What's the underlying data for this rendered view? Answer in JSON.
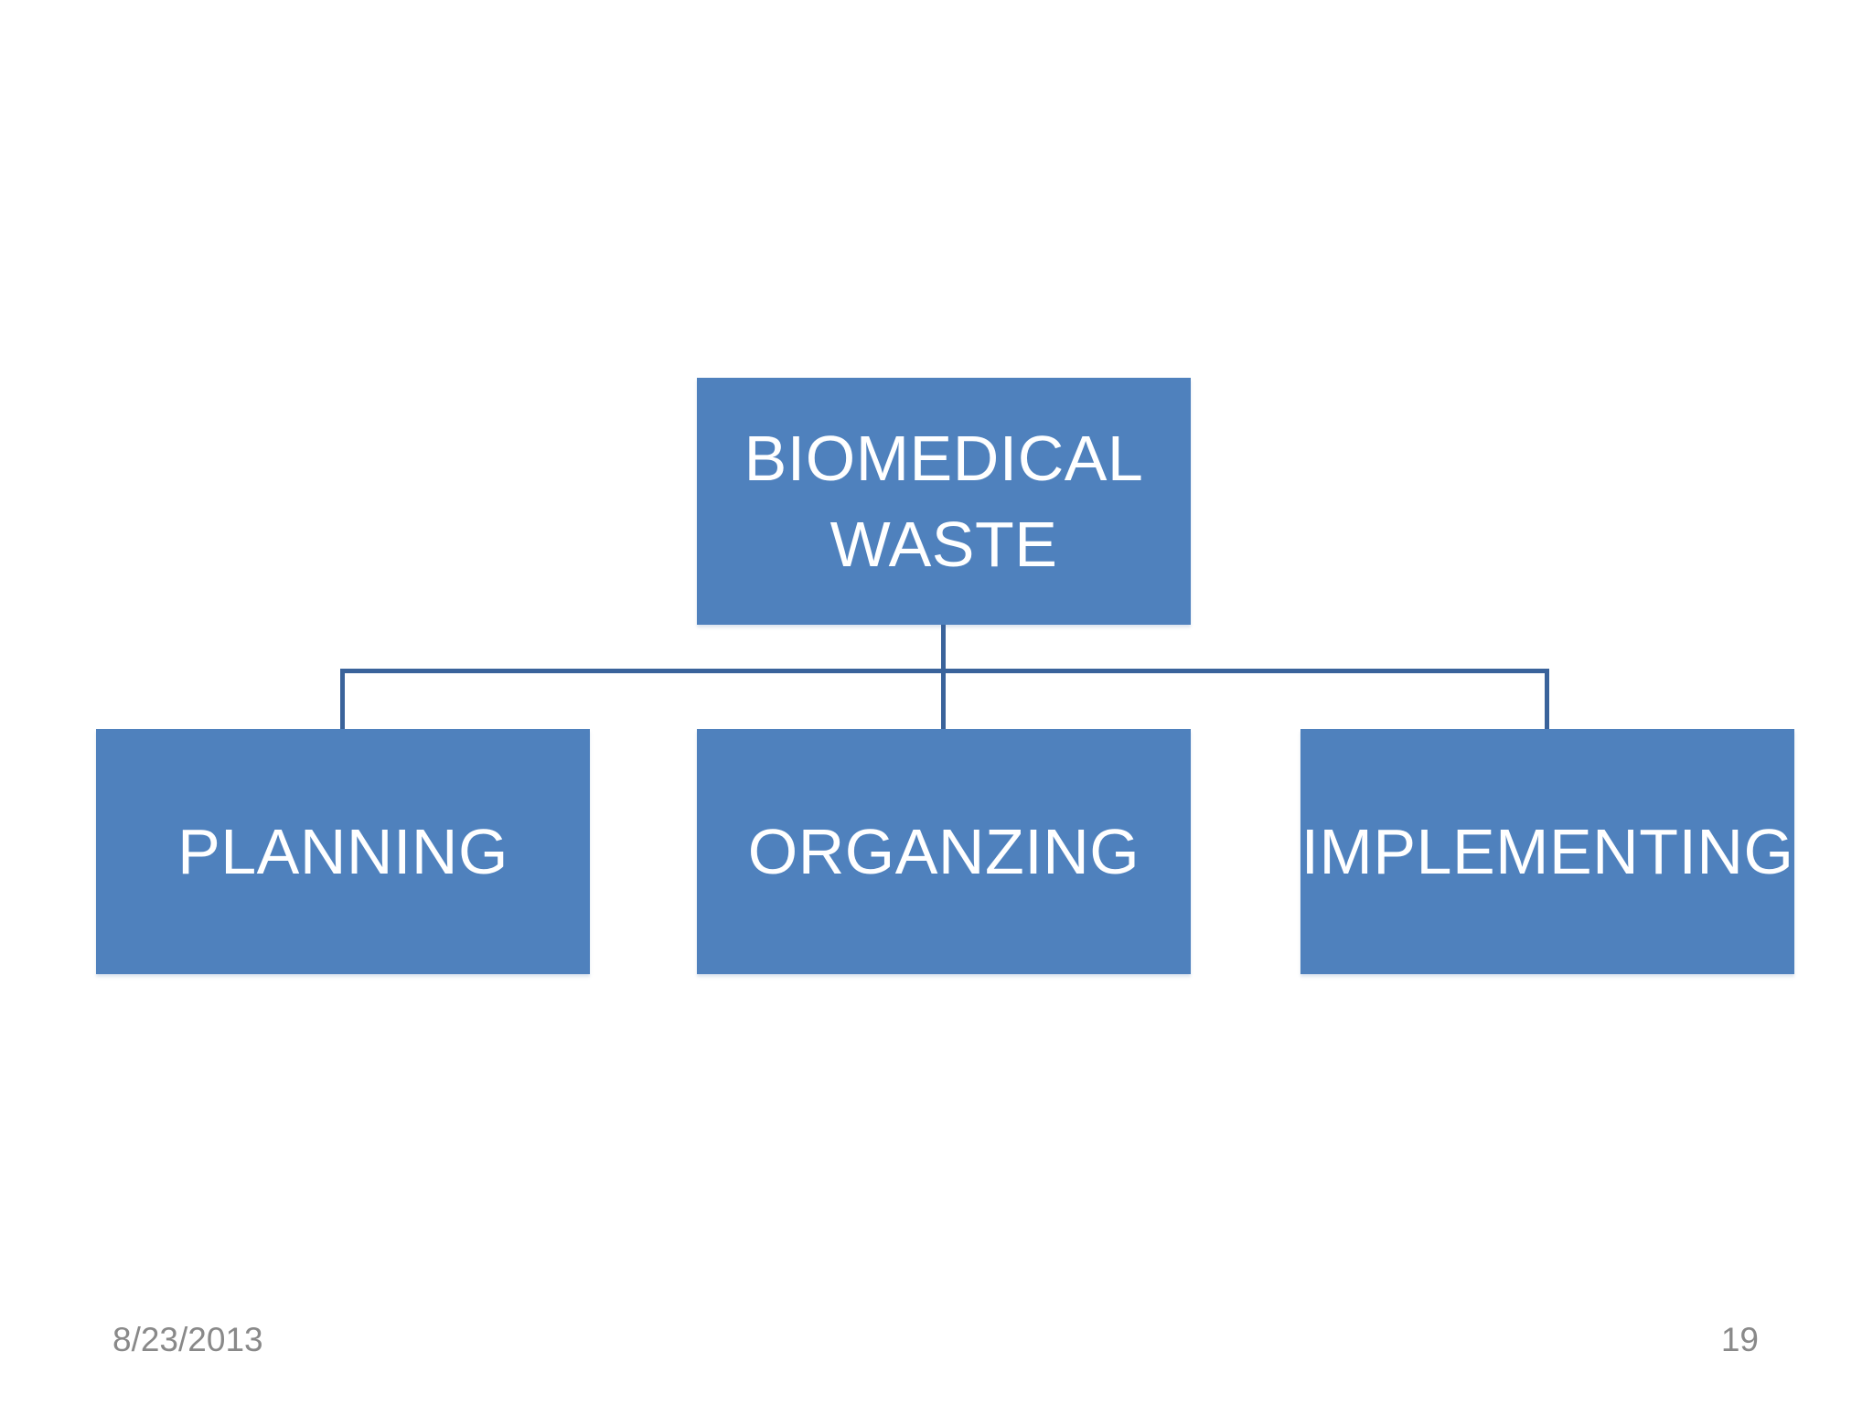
{
  "slide": {
    "footer": {
      "date": "8/23/2013",
      "page_number": "19"
    },
    "colors": {
      "background": "#ffffff",
      "node_fill": "#4f81bd",
      "node_text": "#ffffff",
      "connector": "#3a639b",
      "footer_text": "#898989"
    }
  },
  "diagram": {
    "type": "hierarchy",
    "root": {
      "label": "BIOMEDICAL WASTE"
    },
    "children": [
      {
        "label": "PLANNING"
      },
      {
        "label": "ORGANZING"
      },
      {
        "label": "IMPLEMENTING"
      }
    ]
  }
}
